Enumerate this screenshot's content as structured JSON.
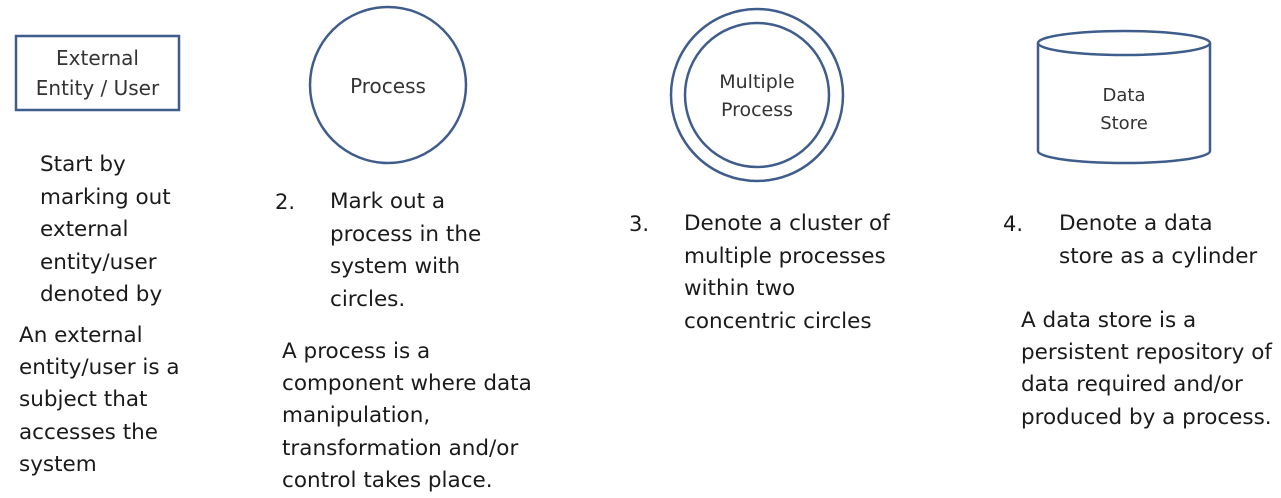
{
  "colors": {
    "shape_stroke": "#3f5d8c",
    "text": "#1a1a1a",
    "shape_label": "#333333"
  },
  "items": [
    {
      "shape": "rectangle",
      "shape_label": "External\nEntity / User",
      "number": ".",
      "step": "Start by\nmarking out\nexternal\nentity/user\ndenoted by",
      "description": "An external\nentity/user is a\nsubject that\naccesses the\nsystem"
    },
    {
      "shape": "circle",
      "shape_label": "Process",
      "number": "2.",
      "step": "Mark out a\nprocess in the\nsystem with\ncircles.",
      "description": "A process is a\ncomponent where data\nmanipulation,\ntransformation and/or\ncontrol takes place."
    },
    {
      "shape": "double-circle",
      "shape_label": "Multiple\nProcess",
      "number": "3.",
      "step": "Denote a cluster of\nmultiple processes\nwithin two\nconcentric circles",
      "description": ""
    },
    {
      "shape": "cylinder",
      "shape_label": "Data\nStore",
      "number": "4.",
      "step": "Denote a data\nstore as a cylinder",
      "description": "A data store is a\npersistent repository of\ndata required and/or\nproduced by a process."
    }
  ]
}
